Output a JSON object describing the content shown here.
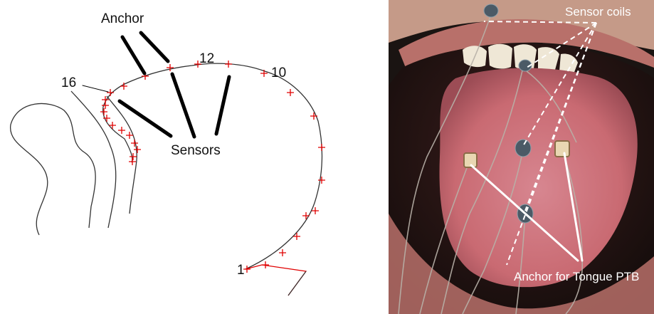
{
  "left_panel": {
    "labels": {
      "anchor": "Anchor",
      "sensors": "Sensors",
      "sensor_16": "16",
      "sensor_12": "12",
      "sensor_10": "10",
      "sensor_1": "1"
    },
    "colors": {
      "outline": "#333333",
      "sensor_marker": "#e00000",
      "pointer": "#000000"
    }
  },
  "right_panel": {
    "labels": {
      "sensor_coils": "Sensor coils",
      "anchor_tongue": "Anchor for Tongue PTB"
    },
    "colors": {
      "background": "#1a1412",
      "tongue": "#c96a72",
      "lips": "#b8706a",
      "annotation": "#ffffff"
    }
  }
}
